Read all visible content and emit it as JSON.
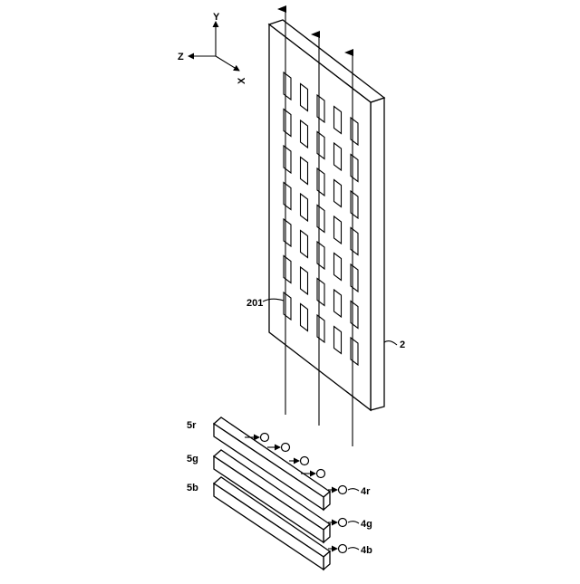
{
  "axes": {
    "y": "Y",
    "z": "Z",
    "x": "X"
  },
  "labels": {
    "panel": "2",
    "emitter": "201",
    "bar_r": "5r",
    "bar_g": "5g",
    "bar_b": "5b",
    "source_r": "4r",
    "source_g": "4g",
    "source_b": "4b"
  },
  "emitter_grid": {
    "columns": 5,
    "rows": 7
  }
}
